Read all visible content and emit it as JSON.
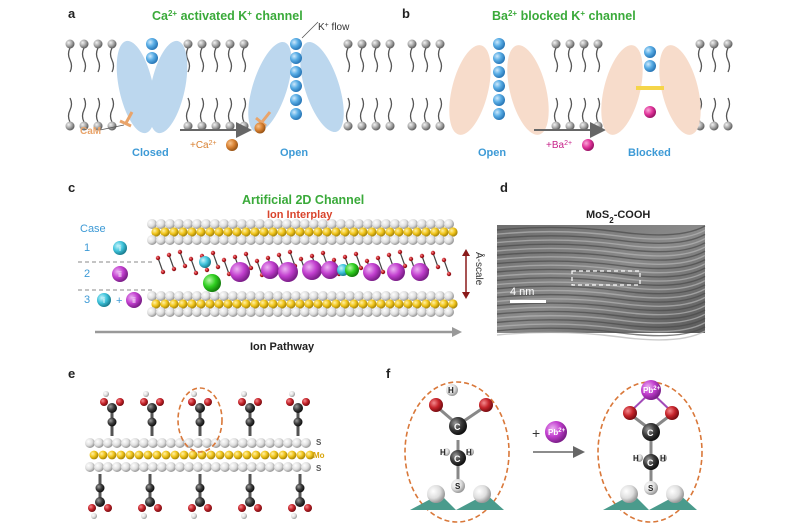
{
  "panels": {
    "a": {
      "label": "a",
      "title_prefix": "Ca",
      "title_ion_sup": "2+",
      "title_mid": " activated K",
      "title_k_sup": "+",
      "title_suffix": " channel",
      "k_flow_prefix": "K",
      "k_flow_sup": "+",
      "k_flow_suffix": " flow",
      "cam_label": "CaM",
      "state_left": "Closed",
      "state_right": "Open",
      "arrow_prefix": "+Ca",
      "arrow_sup": "2+"
    },
    "b": {
      "label": "b",
      "title_prefix": "Ba",
      "title_ion_sup": "2+",
      "title_mid": " blocked K",
      "title_k_sup": "+",
      "title_suffix": " channel",
      "state_left": "Open",
      "state_right": "Blocked",
      "arrow_prefix": "+Ba",
      "arrow_sup": "2+"
    },
    "c": {
      "label": "c",
      "title": "Artificial 2D Channel",
      "subtitle": "Ion Interplay",
      "case_header": "Case",
      "cases": [
        "1",
        "2",
        "3"
      ],
      "ion_i": "i",
      "ion_ii": "ii",
      "plus": "+",
      "scale_label": "Å-scale",
      "pathway_label": "Ion Pathway"
    },
    "d": {
      "label": "d",
      "title_prefix": "MoS",
      "title_sub": "2",
      "title_suffix": "-COOH",
      "scalebar_label": "4 nm"
    },
    "e": {
      "label": "e",
      "layer_labels": [
        "S",
        "Mo",
        "S"
      ]
    },
    "f": {
      "label": "f",
      "atoms_left": [
        "H",
        "C",
        "H",
        "C",
        "H",
        "S"
      ],
      "atoms_right": [
        "C",
        "H",
        "C",
        "H",
        "S"
      ],
      "pb_label": "Pb",
      "pb_sup": "2+",
      "plus": "+"
    }
  },
  "colors": {
    "green_title": "#3aaa3a",
    "red_subtitle": "#d9442c",
    "blue_label": "#3d9ad6",
    "k_ion": "#5aaee6",
    "ca_ion": "#d98233",
    "ba_ion": "#e2359c",
    "pb_ion": "#a24ab8",
    "channel_blue": "#bcd7ee",
    "channel_peach": "#f7dccb",
    "sulfur": "#f0c419",
    "oxygen": "#c6232a",
    "dashed_circle": "#d9783a"
  }
}
